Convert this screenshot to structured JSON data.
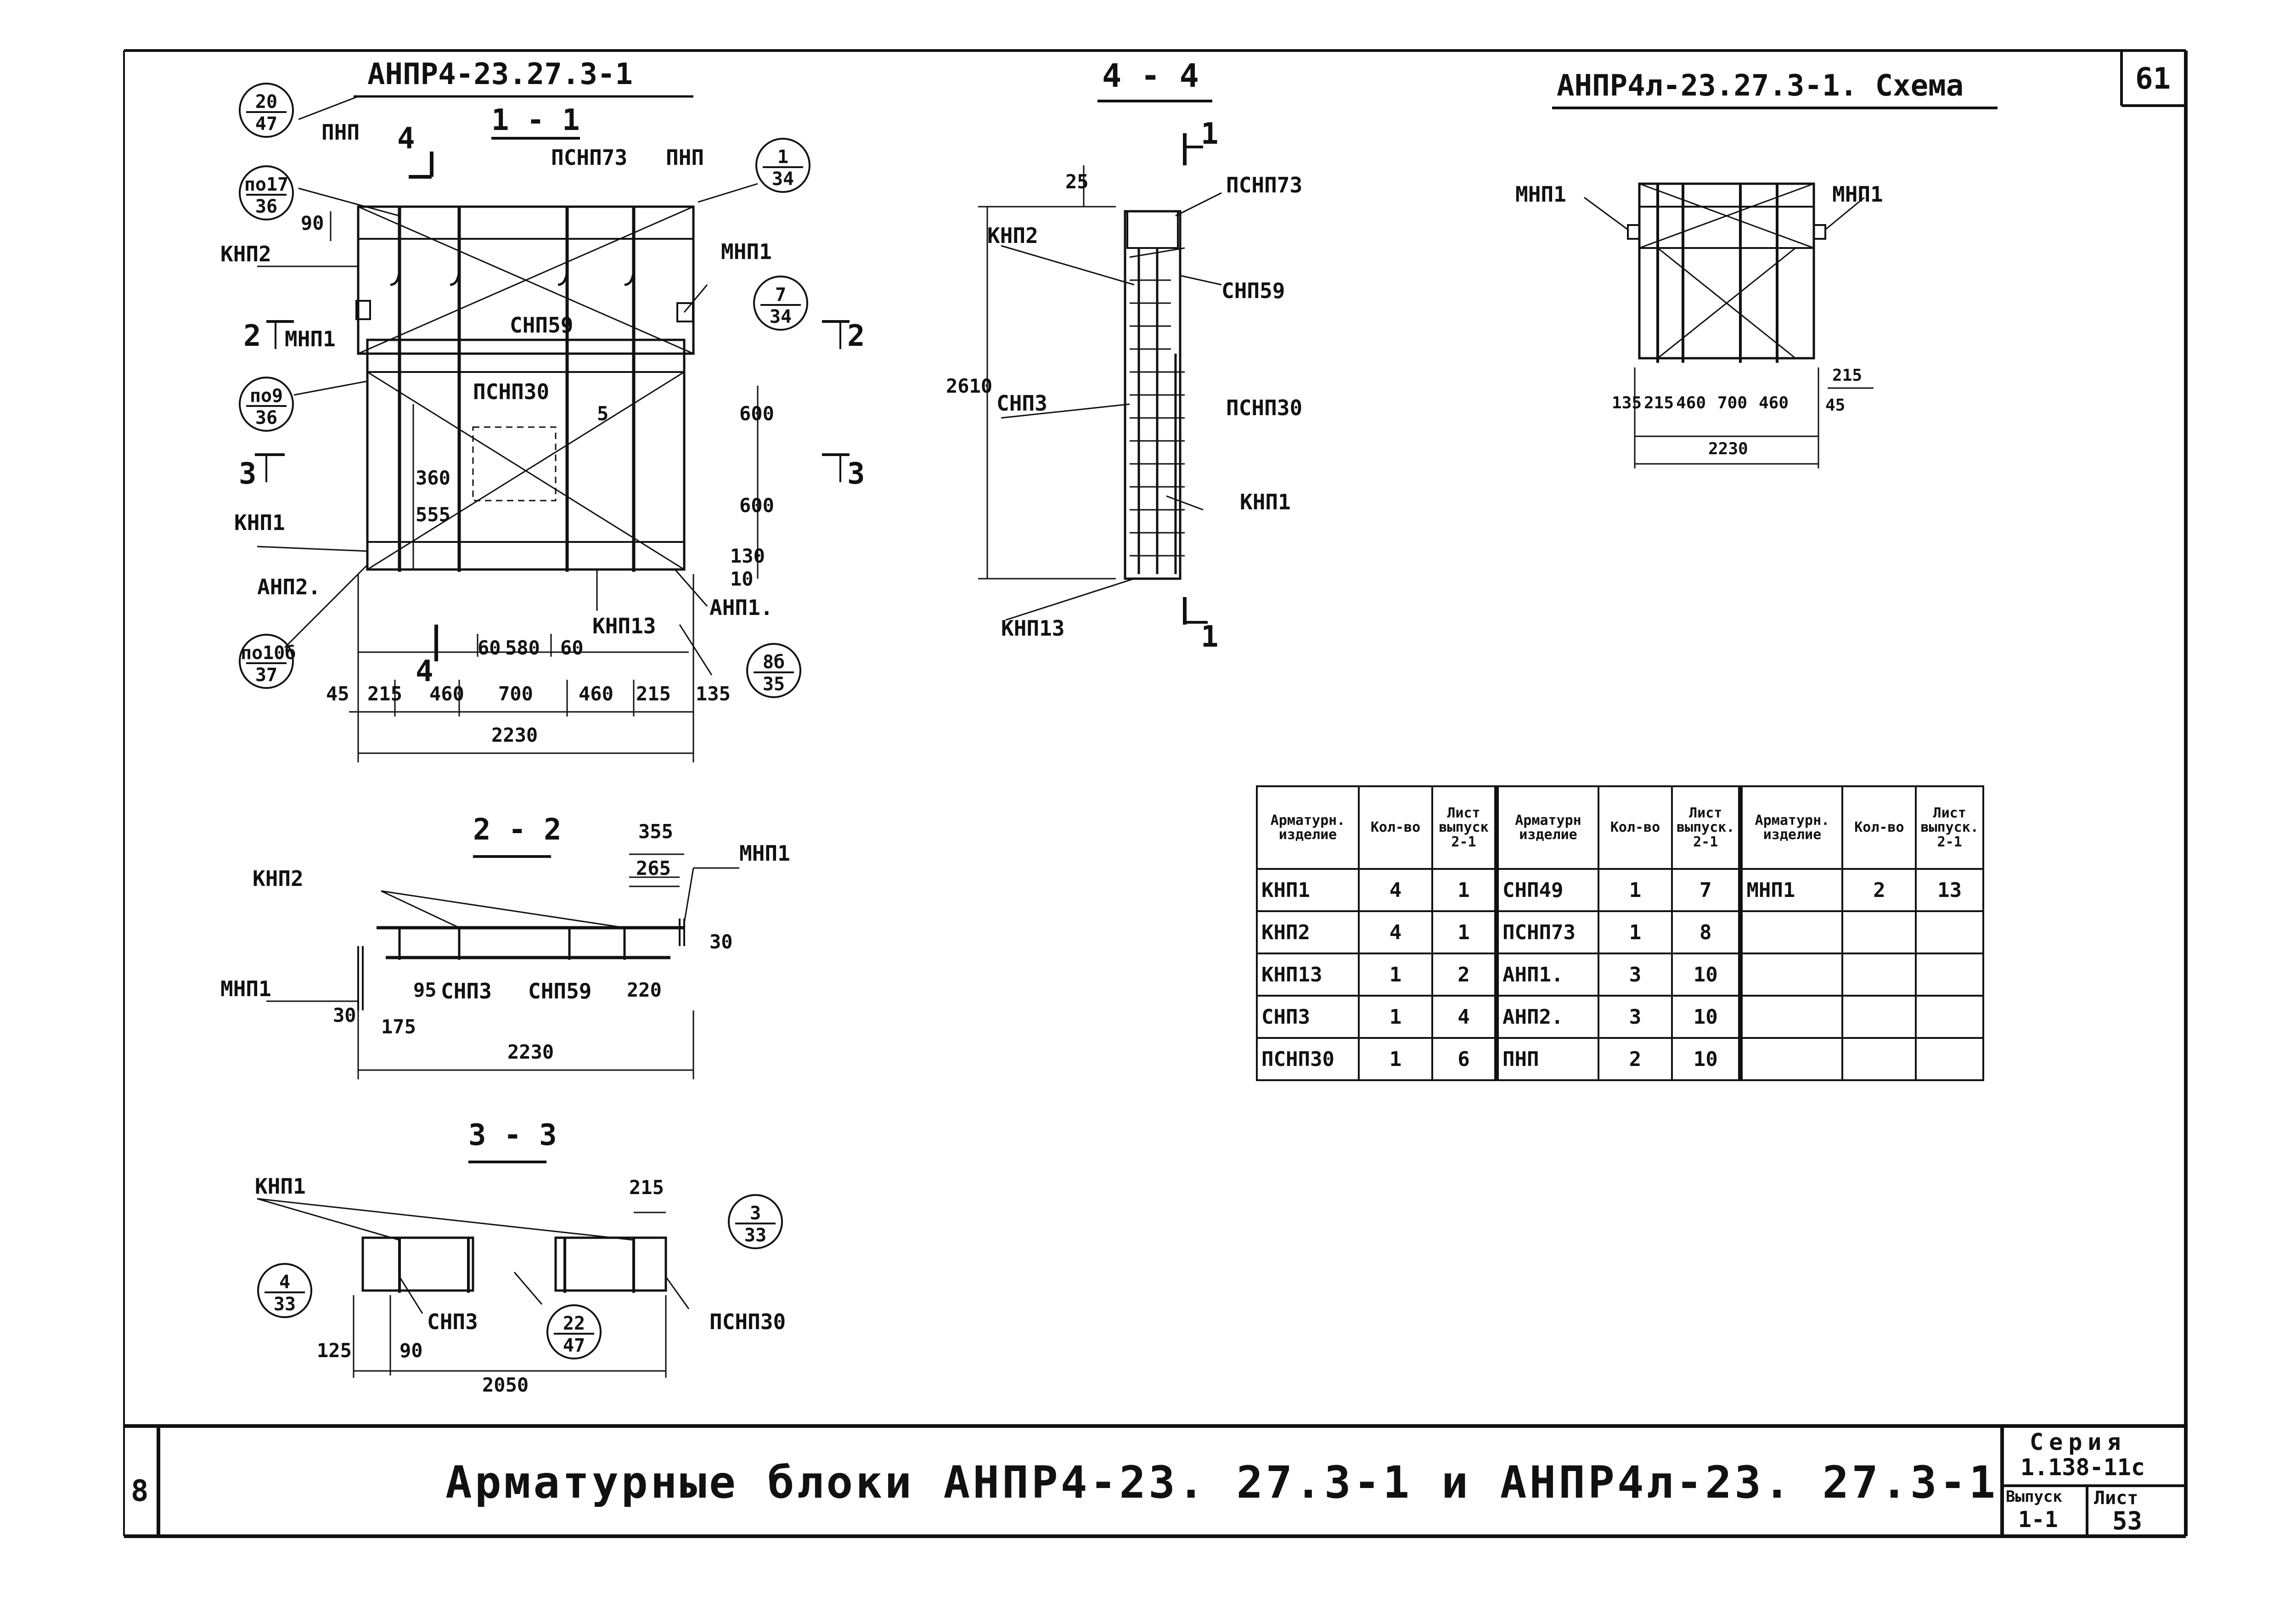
{
  "sheet": {
    "sheet_tab": "61",
    "main_title": "Арматурные блоки АНПР4-23. 27.3-1 и АНПР4л-23. 27.3-1",
    "series_label": "Серия",
    "series_value": "1.138-11с",
    "issue_label": "Выпуск",
    "issue_value": "1-1",
    "page_label": "Лист",
    "page_value": "53",
    "side_code": "8"
  },
  "view11": {
    "block_title": "АНПР4-23.27.3-1",
    "section_title": "1 - 1",
    "labels": {
      "pnp_top": "ПНП",
      "psnp73": "ПСНП73",
      "pnp_right": "ПНП",
      "knp2": "КНП2",
      "mnp1_right": "МНП1",
      "mnp1_left": "МНП1",
      "snp59": "СНП59",
      "psnp30": "ПСНП30",
      "knp1": "КНП1",
      "anp2": "АНП2.",
      "knp13": "КНП13",
      "anp1": "АНП1."
    },
    "cut_marks": {
      "c4": "4",
      "c4b": "4",
      "c2l": "2",
      "c2r": "2",
      "c3l": "3",
      "c3r": "3"
    },
    "bubbles": [
      {
        "top": "20",
        "bottom": "47"
      },
      {
        "top": "по17",
        "bottom": "36"
      },
      {
        "top": "1",
        "bottom": "34"
      },
      {
        "top": "7",
        "bottom": "34"
      },
      {
        "top": "по9",
        "bottom": "36"
      },
      {
        "top": "по10б",
        "bottom": "37"
      },
      {
        "top": "8б",
        "bottom": "35"
      }
    ],
    "dims": {
      "d90": "90",
      "d5": "5",
      "d600a": "600",
      "d600b": "600",
      "d130": "130",
      "d10": "10",
      "d555": "555",
      "d360": "360",
      "d60a": "60",
      "d580": "580",
      "d60b": "60",
      "d45": "45",
      "d215a": "215",
      "d460a": "460",
      "d700": "700",
      "d460b": "460",
      "d215b": "215",
      "d135": "135",
      "total": "2230"
    }
  },
  "view44": {
    "section_title": "4 - 4",
    "labels": {
      "psnp73": "ПСНП73",
      "knp2": "КНП2",
      "snp59": "СНП59",
      "snp3": "СНП3",
      "psnp30": "ПСНП30",
      "knp1": "КНП1",
      "knp13": "КНП13"
    },
    "cut_marks": {
      "top": "1",
      "bottom": "1"
    },
    "dims": {
      "d25": "25",
      "d2610": "2610"
    }
  },
  "viewScheme": {
    "section_title": "АНПР4л-23.27.3-1. Схема",
    "labels": {
      "mnp1_left": "МНП1",
      "mnp1_right": "МНП1"
    },
    "dims": {
      "d135": "135",
      "d215a": "215",
      "d460a": "460",
      "d700": "700",
      "d460b": "460",
      "d215b": "215",
      "d45": "45",
      "total": "2230"
    }
  },
  "view22": {
    "section_title": "2 - 2",
    "labels": {
      "knp2": "КНП2",
      "mnp1_right": "МНП1",
      "mnp1_left": "МНП1",
      "snp3": "СНП3",
      "snp59": "СНП59"
    },
    "dims": {
      "d355": "355",
      "d265": "265",
      "d30r": "30",
      "d30l": "30",
      "d175": "175",
      "d95": "95",
      "d220": "220",
      "total": "2230"
    }
  },
  "view33": {
    "section_title": "3 - 3",
    "labels": {
      "knp1": "КНП1",
      "snp3": "СНП3",
      "psnp30": "ПСНП30"
    },
    "bubbles": [
      {
        "top": "3",
        "bottom": "33"
      },
      {
        "top": "4",
        "bottom": "33"
      },
      {
        "top": "22",
        "bottom": "47"
      }
    ],
    "dims": {
      "d215": "215",
      "d125": "125",
      "d90": "90",
      "total": "2050"
    }
  },
  "spec_table": {
    "headers": [
      "Арматурн. изделие",
      "Кол-во",
      "Лист выпуск 2-1",
      "Арматурн изделие",
      "Кол-во",
      "Лист выпуск. 2-1",
      "Арматурн. изделие",
      "Кол-во",
      "Лист выпуск. 2-1"
    ],
    "rows": [
      [
        "КНП1",
        "4",
        "1",
        "СНП49",
        "1",
        "7",
        "МНП1",
        "2",
        "13"
      ],
      [
        "КНП2",
        "4",
        "1",
        "ПСНП73",
        "1",
        "8",
        "",
        "",
        ""
      ],
      [
        "КНП13",
        "1",
        "2",
        "АНП1.",
        "3",
        "10",
        "",
        "",
        ""
      ],
      [
        "СНП3",
        "1",
        "4",
        "АНП2.",
        "3",
        "10",
        "",
        "",
        ""
      ],
      [
        "ПСНП30",
        "1",
        "6",
        "ПНП",
        "2",
        "10",
        "",
        "",
        ""
      ]
    ]
  }
}
